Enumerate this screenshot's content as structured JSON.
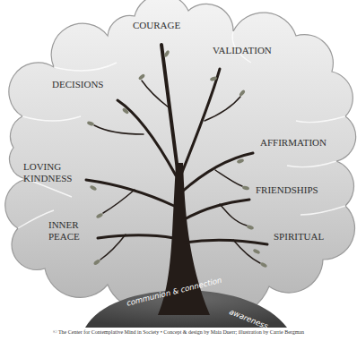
{
  "diagram": {
    "labels": [
      "COURAGE",
      "VALIDATION",
      "DECISIONS",
      "AFFIRMATION",
      "LOVING KINDNESS",
      "FRIENDSHIPS",
      "INNER PEACE",
      "SPIRITUAL",
      "communion & connection",
      "awareness",
      "© The Center for Contemplative Mind in Society • Concept & design by Maia Duerr; illustration by Carrie Bergman"
    ]
  }
}
